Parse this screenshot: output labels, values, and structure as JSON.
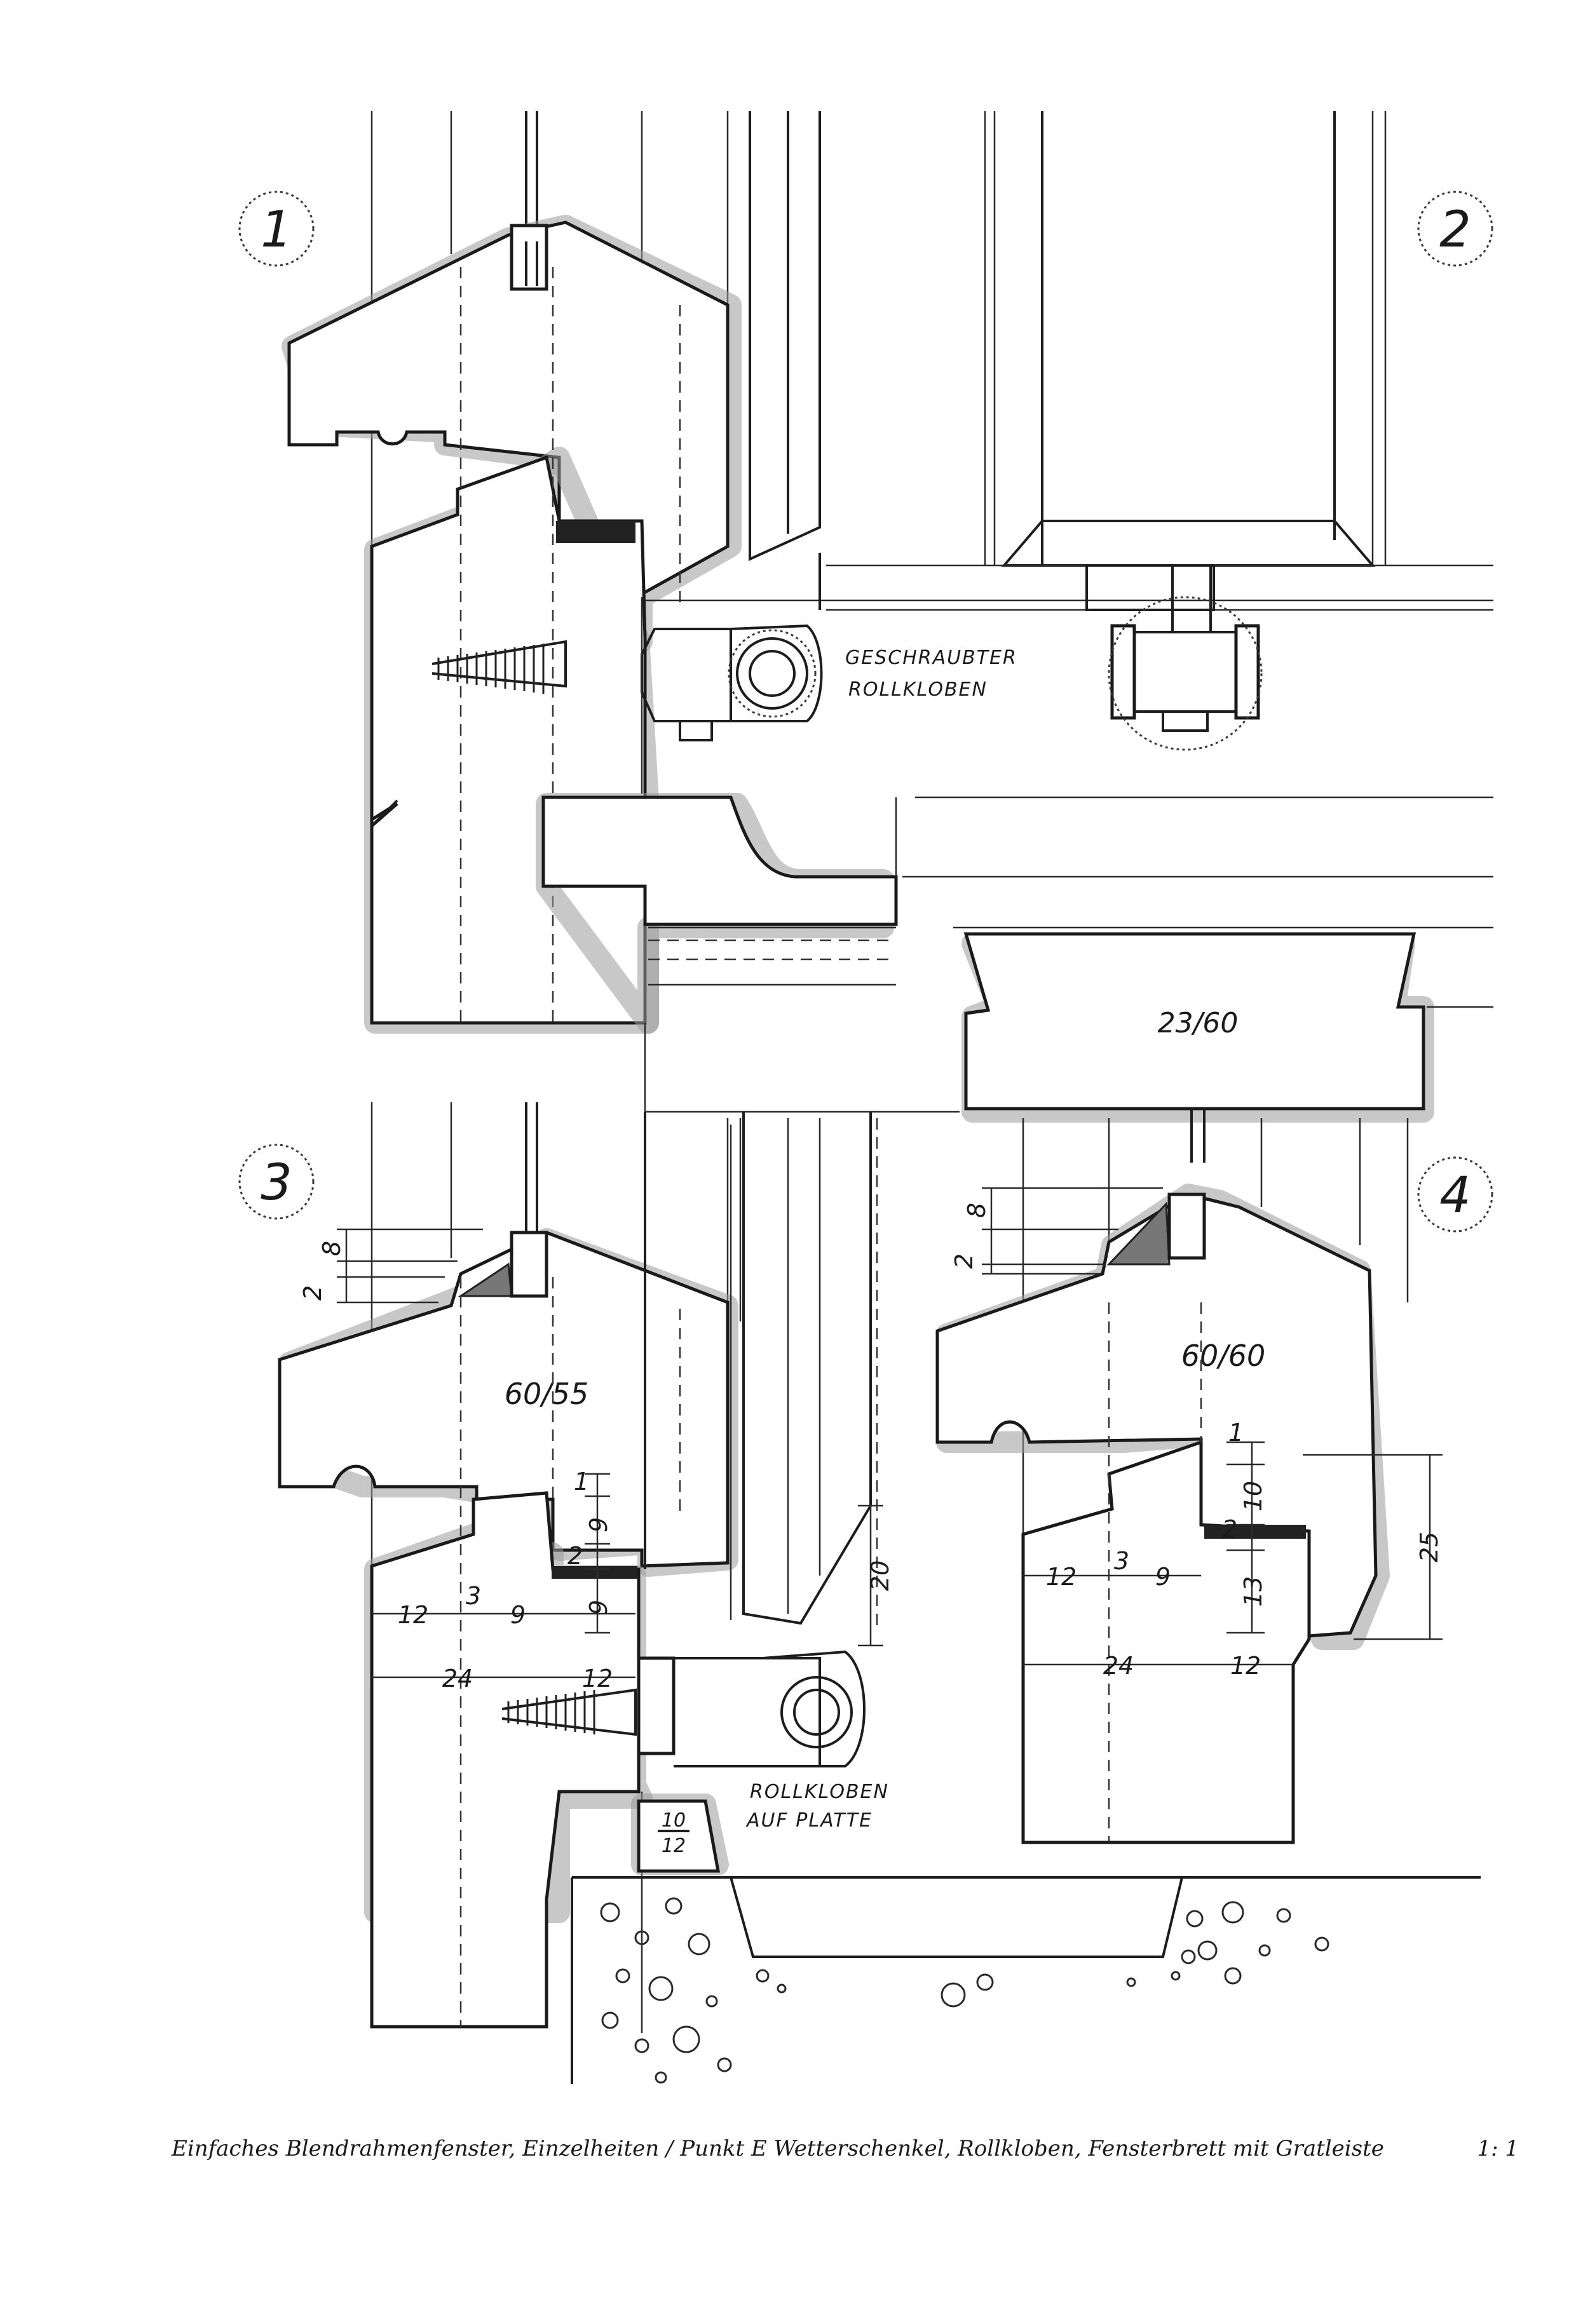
{
  "details": [
    {
      "id": "d1",
      "label": "1"
    },
    {
      "id": "d2",
      "label": "2"
    },
    {
      "id": "d3",
      "label": "3"
    },
    {
      "id": "d4",
      "label": "4"
    }
  ],
  "labels": {
    "geschraubter_line1": "GESCHRAUBTER",
    "geschraubter_line2": "ROLLKLOBEN",
    "rollkloben_line1": "ROLLKLOBEN",
    "rollkloben_line2": "AUF PLATTE",
    "section_2360": "23/60",
    "section_6055": "60/55",
    "section_6060": "60/60",
    "frac_top": "10",
    "frac_bottom": "12"
  },
  "dimensions_3": {
    "d8": "8",
    "d2": "2",
    "d1": "1",
    "d9a": "9",
    "d2b": "2",
    "d9b": "9",
    "d12a": "12",
    "d3": "3",
    "d9c": "9",
    "d24": "24",
    "d12b": "12",
    "d20": "20"
  },
  "dimensions_4": {
    "d8": "8",
    "d2": "2",
    "d1": "1",
    "d10": "10",
    "d2b": "2",
    "d13": "13",
    "d25": "25",
    "d12a": "12",
    "d3": "3",
    "d9": "9",
    "d24": "24",
    "d12b": "12"
  },
  "caption": {
    "text": "Einfaches Blendrahmenfenster, Einzelheiten / Punkt E Wetterschenkel, Rollkloben, Fensterbrett mit Gratleiste",
    "scale": "1: 1"
  }
}
